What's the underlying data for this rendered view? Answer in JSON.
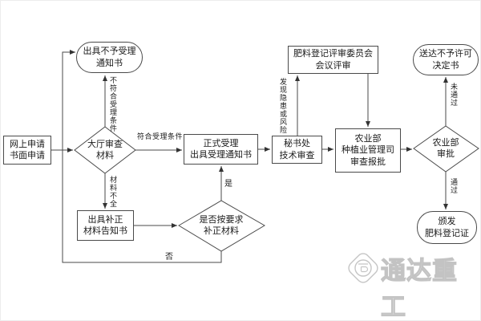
{
  "canvas": {
    "background": "#ffffff",
    "line_color": "#4a4a4a"
  },
  "nodes": {
    "start": {
      "label": "网上申请\n书面申请"
    },
    "hall_review": {
      "label": "大厅审查\n材料"
    },
    "reject_notice": {
      "label": "出具不予受理\n通知书"
    },
    "formal_accept": {
      "label": "正式受理\n出具受理通知书"
    },
    "secretariat": {
      "label": "秘书处\n技术审查"
    },
    "committee": {
      "label": "肥料登记评审委员会\n会议评审"
    },
    "moa_dept": {
      "label": "农业部\n种植业管理司\n审查报批"
    },
    "moa_approve": {
      "label": "农业部\n审批"
    },
    "deny_decision": {
      "label": "送达不予许可\n决定书"
    },
    "issue_cert": {
      "label": "颁发\n肥料登记证"
    },
    "supplement_notice": {
      "label": "出具补正\n材料告知书"
    },
    "supplement_check": {
      "label": "是否按要求\n补正材料"
    }
  },
  "edge_labels": {
    "not_qualified": "不符合受理条件",
    "qualified": "符合受理条件",
    "incomplete": "材料不全",
    "risk_found": "发现隐患或风险",
    "not_passed": "未通过",
    "passed": "通过",
    "yes": "是",
    "no": "否"
  },
  "watermark": {
    "text": "通达重工"
  }
}
